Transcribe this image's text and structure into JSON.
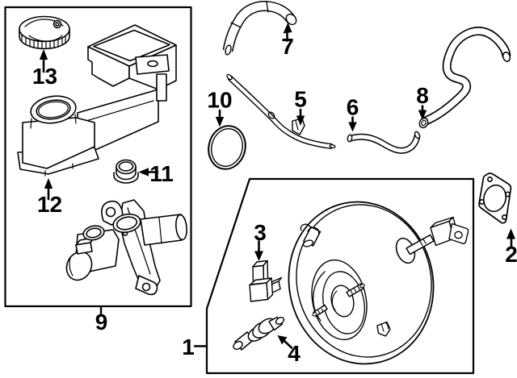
{
  "colors": {
    "background": "#ffffff",
    "line": "#000000"
  },
  "callouts": {
    "c1": "1",
    "c2": "2",
    "c3": "3",
    "c4": "4",
    "c5": "5",
    "c6": "6",
    "c7": "7",
    "c8": "8",
    "c9": "9",
    "c10": "10",
    "c11": "11",
    "c12": "12",
    "c13": "13"
  }
}
